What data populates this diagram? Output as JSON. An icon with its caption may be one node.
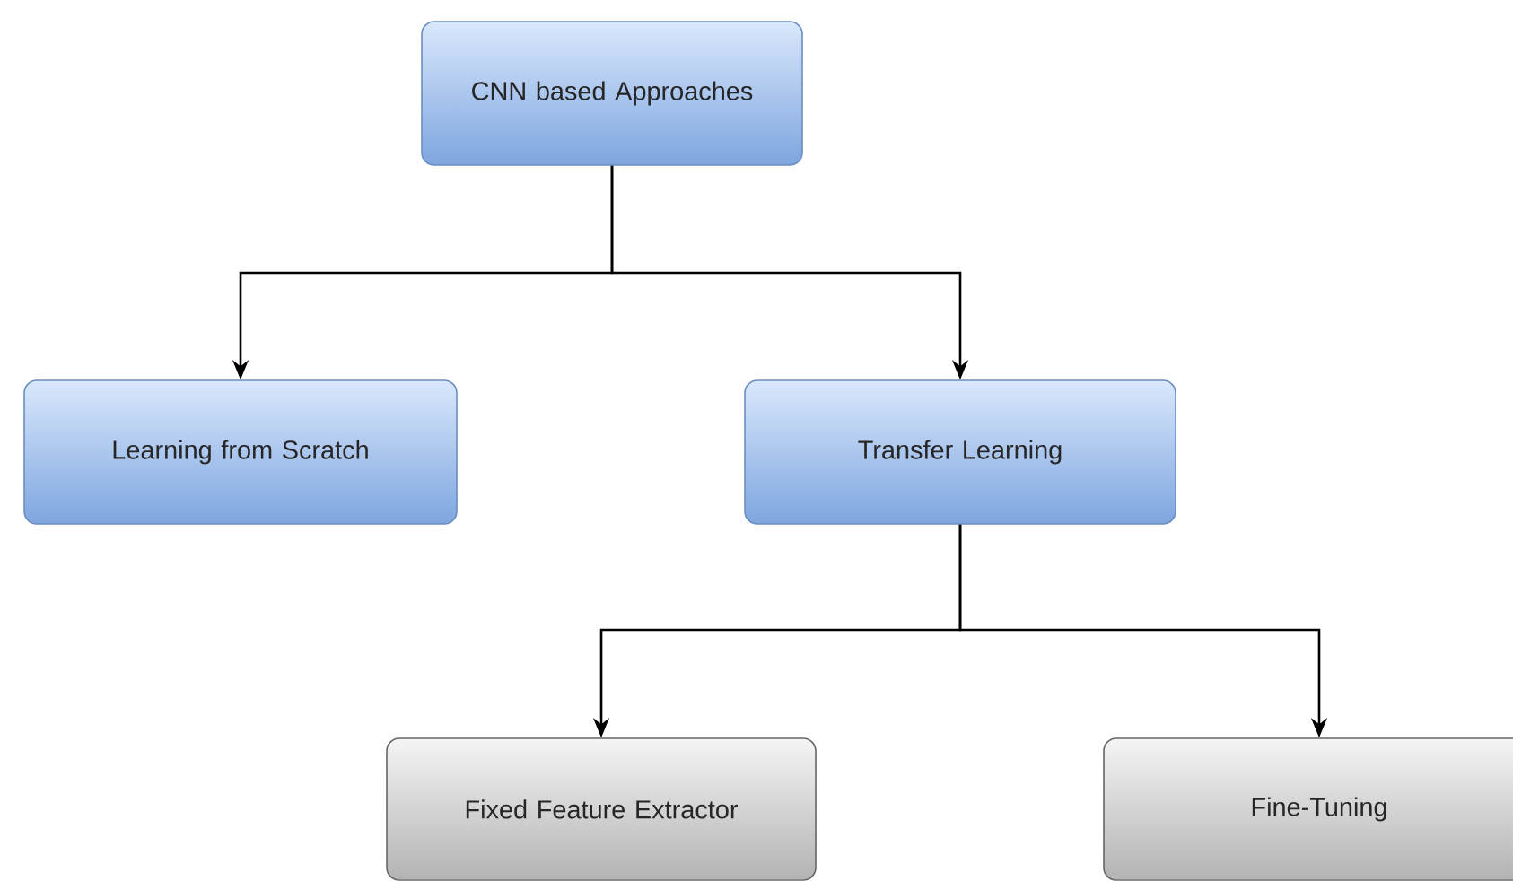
{
  "diagram": {
    "nodes": [
      {
        "text": [
          "CNN based Approaches"
        ]
      },
      {
        "text": [
          "Learning from Scratch"
        ]
      },
      {
        "text": [
          "Transfer Learning"
        ]
      },
      {
        "text": [
          "Fixed Feature Extractor"
        ]
      },
      {
        "text": [
          "Fine-Tuning"
        ]
      }
    ],
    "edges": [
      {
        "from": 0,
        "to": 1,
        "arrow": "to"
      },
      {
        "from": 0,
        "to": 2,
        "arrow": "to"
      },
      {
        "from": 2,
        "to": 3,
        "arrow": "to"
      },
      {
        "from": 2,
        "to": 4,
        "arrow": "to"
      }
    ]
  }
}
